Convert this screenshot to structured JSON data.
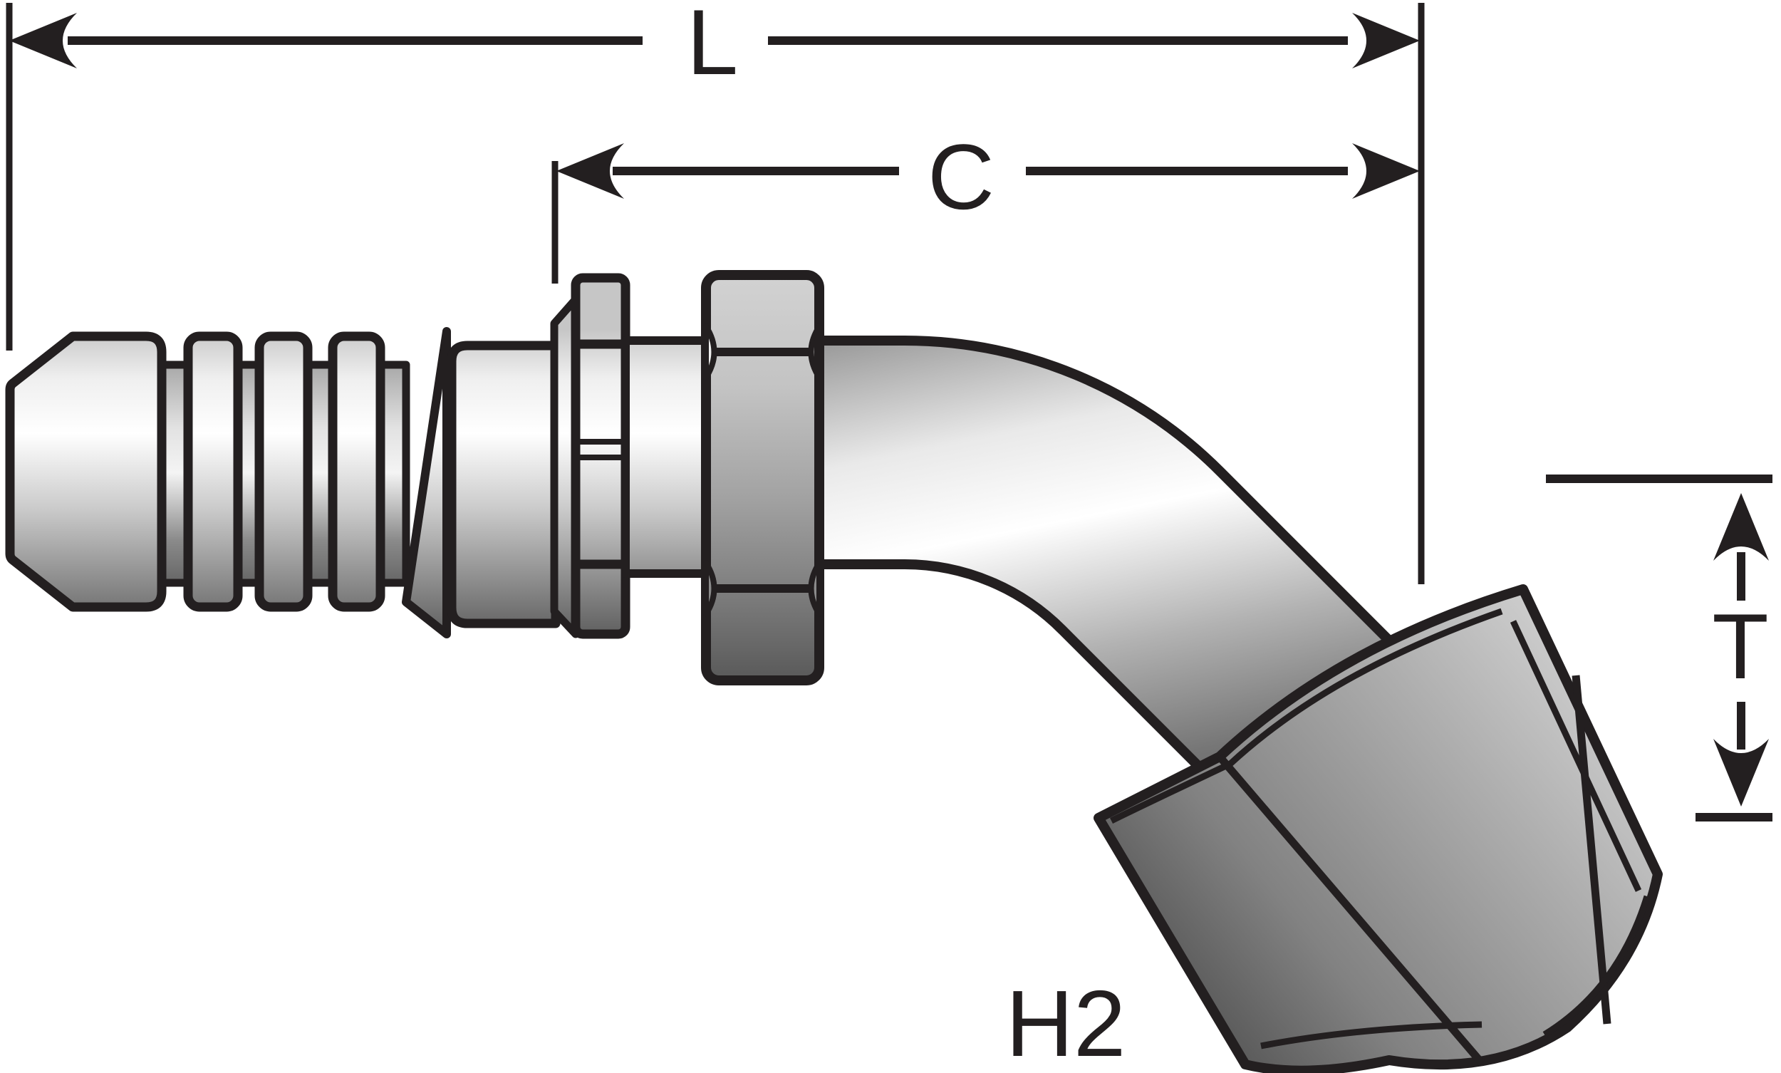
{
  "diagram": {
    "type": "technical-drawing",
    "subject": "45-degree elbow female swivel hose coupling",
    "dimension_labels": {
      "overall_length": "L",
      "cutoff_length": "C",
      "thread_dimension": "T"
    },
    "part_code": "H2"
  },
  "icons": {
    "arrowhead_left_icon": "◀",
    "arrowhead_right_icon": "▶",
    "arrowhead_up_icon": "▲",
    "arrowhead_down_icon": "▼"
  },
  "colors": {
    "outline": "#231f20",
    "background": "#ffffff",
    "metal_highlight": "#ffffff",
    "metal_midtone": "#9a9a9a",
    "metal_shadow": "#575757"
  }
}
